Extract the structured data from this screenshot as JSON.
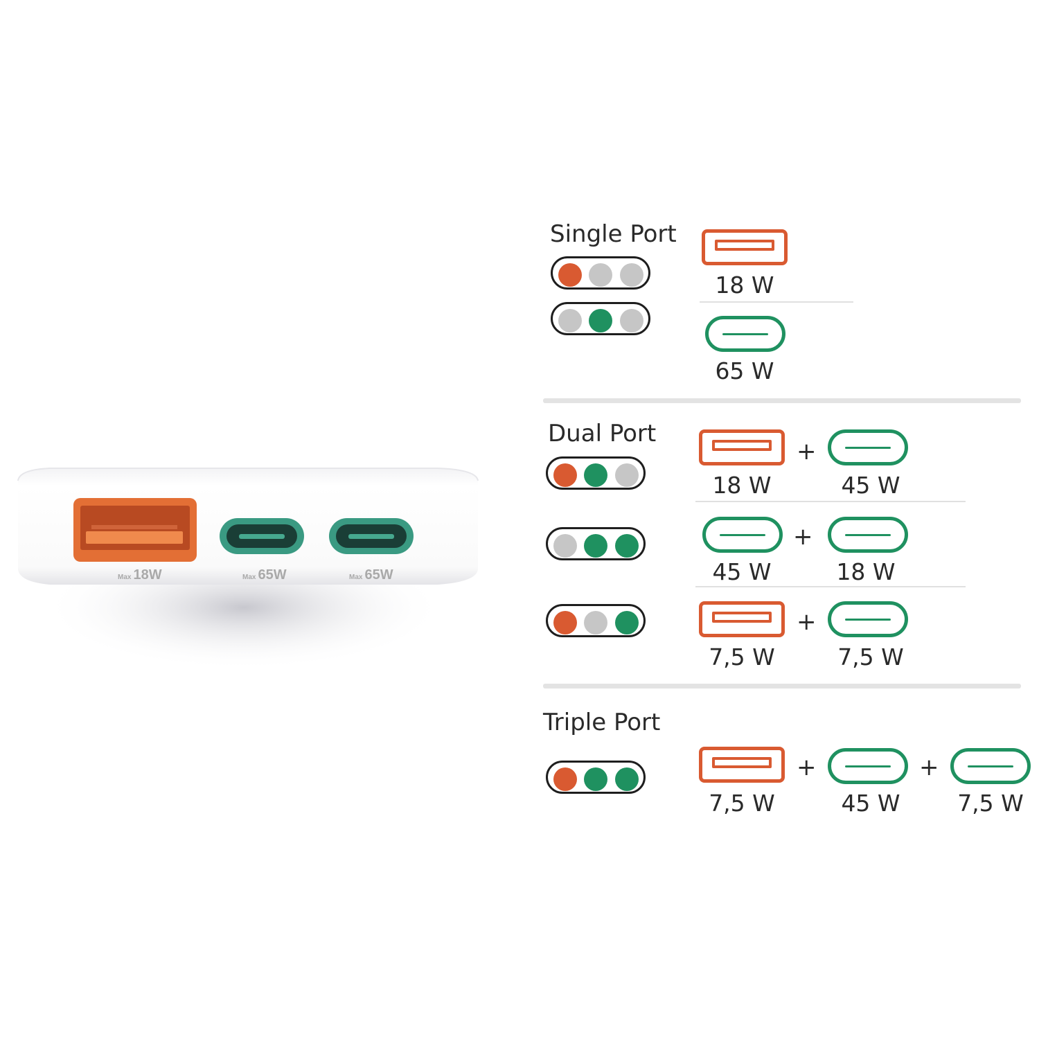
{
  "colors": {
    "usb_a": "#d95a31",
    "usb_c": "#1f9160",
    "inactive": "#c6c6c6",
    "outline": "#1e1e1e"
  },
  "device": {
    "ports": [
      {
        "type": "usb-a",
        "max": "Max",
        "watt": "18W"
      },
      {
        "type": "usb-c",
        "max": "Max",
        "watt": "65W"
      },
      {
        "type": "usb-c",
        "max": "Max",
        "watt": "65W"
      }
    ]
  },
  "sections": {
    "single": {
      "title": "Single Port",
      "rows": [
        {
          "leds": [
            "orange",
            "gray",
            "gray"
          ],
          "ports": [
            {
              "type": "usb-a",
              "watt": "18 W"
            }
          ]
        },
        {
          "leds": [
            "gray",
            "green",
            "gray"
          ],
          "ports": [
            {
              "type": "usb-c",
              "watt": "65 W"
            }
          ]
        }
      ]
    },
    "dual": {
      "title": "Dual Port",
      "rows": [
        {
          "leds": [
            "orange",
            "green",
            "gray"
          ],
          "ports": [
            {
              "type": "usb-a",
              "watt": "18 W"
            },
            {
              "type": "usb-c",
              "watt": "45 W"
            }
          ]
        },
        {
          "leds": [
            "gray",
            "green",
            "green"
          ],
          "ports": [
            {
              "type": "usb-c",
              "watt": "45 W"
            },
            {
              "type": "usb-c",
              "watt": "18 W"
            }
          ]
        },
        {
          "leds": [
            "orange",
            "gray",
            "green"
          ],
          "ports": [
            {
              "type": "usb-a",
              "watt": "7,5 W"
            },
            {
              "type": "usb-c",
              "watt": "7,5 W"
            }
          ]
        }
      ]
    },
    "triple": {
      "title": "Triple Port",
      "rows": [
        {
          "leds": [
            "orange",
            "green",
            "green"
          ],
          "ports": [
            {
              "type": "usb-a",
              "watt": "7,5 W"
            },
            {
              "type": "usb-c",
              "watt": "45 W"
            },
            {
              "type": "usb-c",
              "watt": "7,5 W"
            }
          ]
        }
      ]
    }
  },
  "plus": "+"
}
